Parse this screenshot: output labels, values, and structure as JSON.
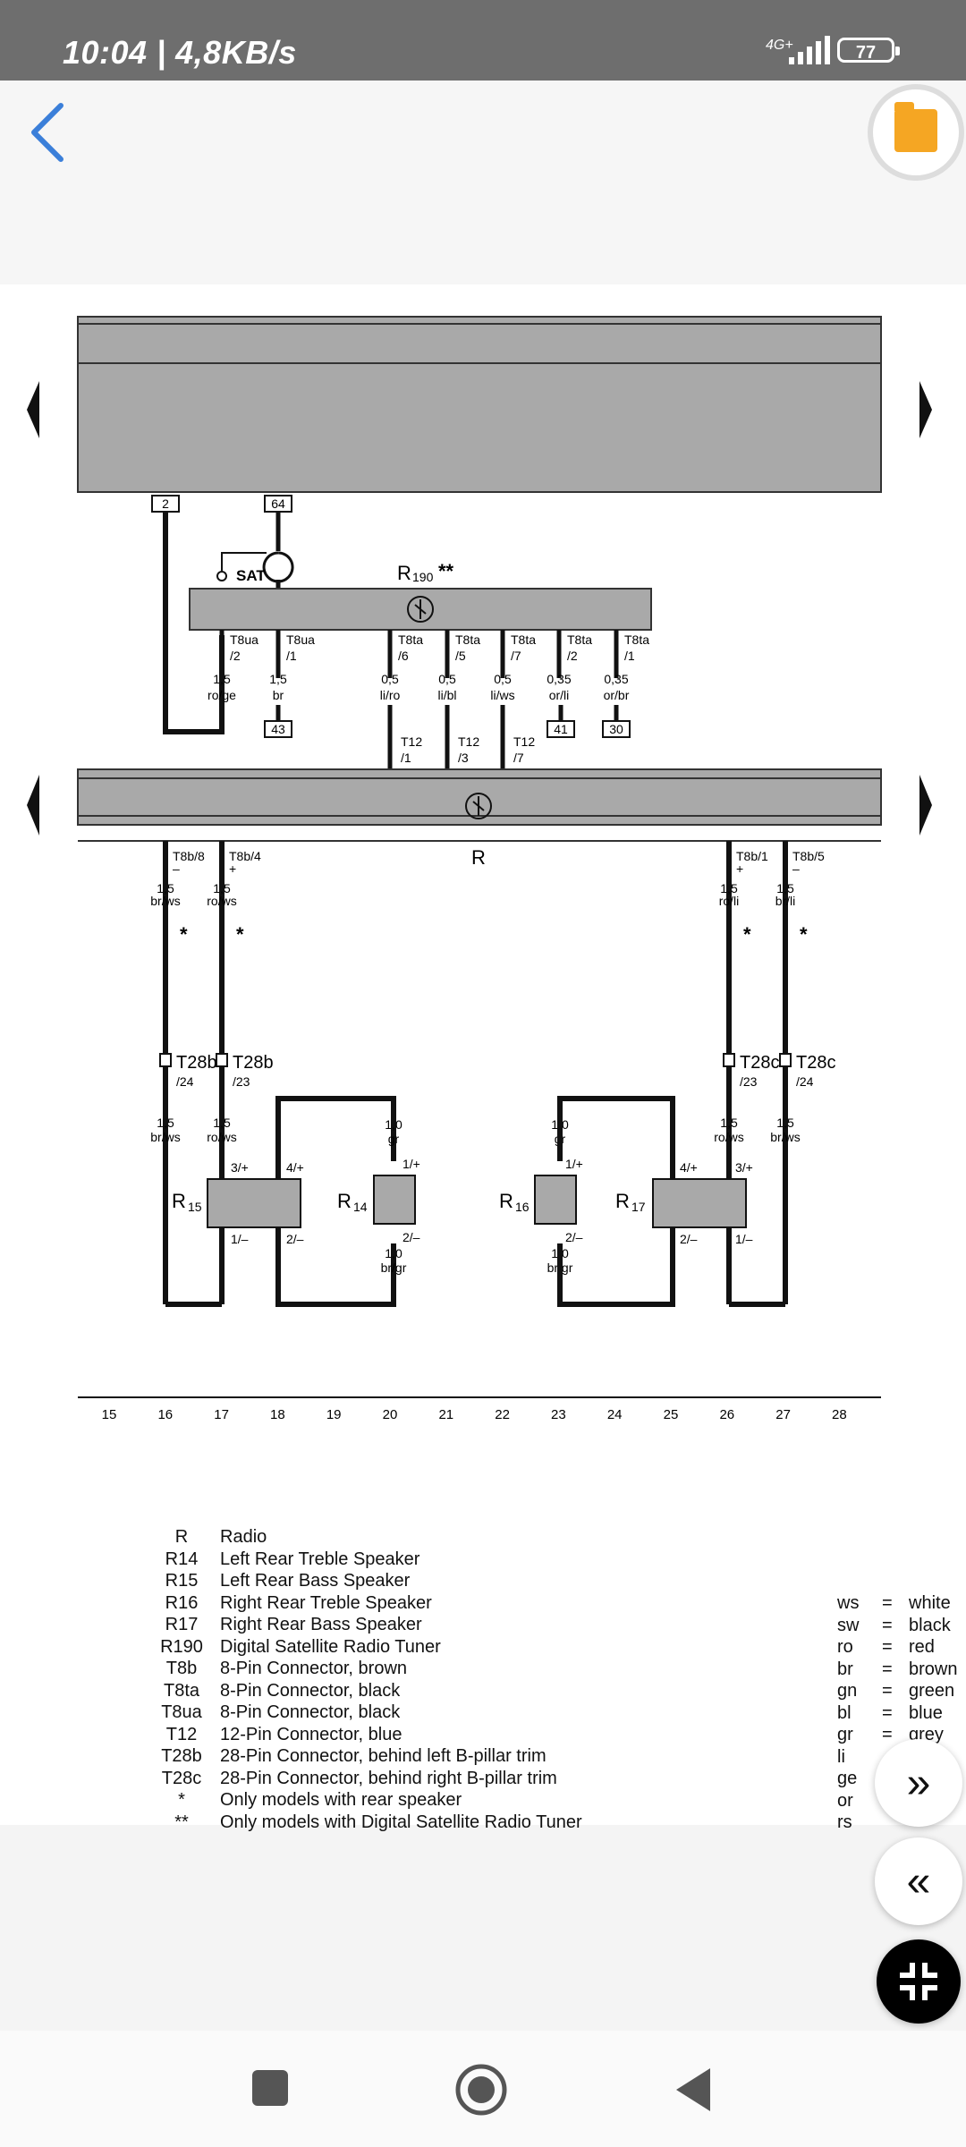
{
  "status_bar": {
    "time_speed": "10:04 | 4,8KB/s",
    "network": "4G+",
    "battery": "77"
  },
  "diagram": {
    "top_connectors": {
      "left": "2",
      "right": "64"
    },
    "sat_label": "SAT",
    "tuner_label": "R",
    "tuner_sub": "190",
    "tuner_stars": "**",
    "tuner_pins": [
      {
        "conn": "T8ua",
        "pin": "/2",
        "size": "1,5",
        "color": "ro/ge"
      },
      {
        "conn": "T8ua",
        "pin": "/1",
        "size": "1,5",
        "color": "br"
      },
      {
        "conn": "T8ta",
        "pin": "/6",
        "size": "0,5",
        "color": "li/ro"
      },
      {
        "conn": "T8ta",
        "pin": "/5",
        "size": "0,5",
        "color": "li/bl"
      },
      {
        "conn": "T8ta",
        "pin": "/7",
        "size": "0,5",
        "color": "li/ws"
      },
      {
        "conn": "T8ta",
        "pin": "/2",
        "size": "0,35",
        "color": "or/li"
      },
      {
        "conn": "T8ta",
        "pin": "/1",
        "size": "0,35",
        "color": "or/br"
      }
    ],
    "ground_boxes": [
      "43",
      "41",
      "30"
    ],
    "t12_pins": [
      {
        "conn": "T12",
        "pin": "/1"
      },
      {
        "conn": "T12",
        "pin": "/3"
      },
      {
        "conn": "T12",
        "pin": "/7"
      }
    ],
    "radio_label": "R",
    "radio_pins": [
      {
        "conn": "T8b/8",
        "sign": "–",
        "size": "1,5",
        "color": "br/ws"
      },
      {
        "conn": "T8b/4",
        "sign": "+",
        "size": "1,5",
        "color": "ro/ws"
      },
      {
        "conn": "T8b/1",
        "sign": "+",
        "size": "1,5",
        "color": "ro/li"
      },
      {
        "conn": "T8b/5",
        "sign": "–",
        "size": "1,5",
        "color": "br/li"
      }
    ],
    "star": "*",
    "t28": [
      {
        "conn": "T28b",
        "pin": "/24",
        "size": "1,5",
        "color": "br/ws"
      },
      {
        "conn": "T28b",
        "pin": "/23",
        "size": "1,5",
        "color": "ro/ws"
      },
      {
        "conn": "T28c",
        "pin": "/23",
        "size": "1,5",
        "color": "ro/ws"
      },
      {
        "conn": "T28c",
        "pin": "/24",
        "size": "1,5",
        "color": "br/ws"
      }
    ],
    "speakers": [
      {
        "label": "R",
        "sub": "15",
        "pin_plus": "3/+",
        "pin_minus": "1/–",
        "pin_a": "4/+",
        "pin_b": "2/–"
      },
      {
        "label": "R",
        "sub": "14",
        "pin_plus": "1/+",
        "pin_minus": "2/–",
        "size_top": "1,0",
        "color_top": "gr",
        "size_bot": "1,0",
        "color_bot": "br/gr"
      },
      {
        "label": "R",
        "sub": "16",
        "pin_plus": "1/+",
        "pin_minus": "2/–",
        "size_top": "1,0",
        "color_top": "gr",
        "size_bot": "1,0",
        "color_bot": "br/gr"
      },
      {
        "label": "R",
        "sub": "17",
        "pin_plus": "3/+",
        "pin_minus": "1/–",
        "pin_a": "4/+",
        "pin_b": "2/–"
      }
    ],
    "scale": [
      "15",
      "16",
      "17",
      "18",
      "19",
      "20",
      "21",
      "22",
      "23",
      "24",
      "25",
      "26",
      "27",
      "28"
    ]
  },
  "legend": [
    {
      "code": "R",
      "desc": "Radio"
    },
    {
      "code": "R14",
      "desc": "Left Rear Treble Speaker"
    },
    {
      "code": "R15",
      "desc": "Left Rear Bass Speaker"
    },
    {
      "code": "R16",
      "desc": "Right Rear Treble Speaker"
    },
    {
      "code": "R17",
      "desc": "Right Rear Bass Speaker"
    },
    {
      "code": "R190",
      "desc": "Digital Satellite Radio Tuner"
    },
    {
      "code": "T8b",
      "desc": "8-Pin Connector, brown"
    },
    {
      "code": "T8ta",
      "desc": "8-Pin Connector, black"
    },
    {
      "code": "T8ua",
      "desc": "8-Pin Connector, black"
    },
    {
      "code": "T12",
      "desc": "12-Pin Connector, blue"
    },
    {
      "code": "T28b",
      "desc": "28-Pin Connector, behind left B-pillar trim"
    },
    {
      "code": "T28c",
      "desc": "28-Pin Connector, behind right B-pillar trim"
    },
    {
      "code": "*",
      "desc": "Only models with rear speaker"
    },
    {
      "code": "**",
      "desc": "Only models with Digital Satellite Radio Tuner"
    }
  ],
  "colors": [
    {
      "abbr": "ws",
      "name": "white"
    },
    {
      "abbr": "sw",
      "name": "black"
    },
    {
      "abbr": "ro",
      "name": "red"
    },
    {
      "abbr": "br",
      "name": "brown"
    },
    {
      "abbr": "gn",
      "name": "green"
    },
    {
      "abbr": "bl",
      "name": "blue"
    },
    {
      "abbr": "gr",
      "name": "grey"
    },
    {
      "abbr": "li",
      "name": ""
    },
    {
      "abbr": "ge",
      "name": ""
    },
    {
      "abbr": "or",
      "name": ""
    },
    {
      "abbr": "rs",
      "name": ""
    }
  ],
  "color_eq": "=",
  "fabs": {
    "forward": "»",
    "backward": "«"
  }
}
